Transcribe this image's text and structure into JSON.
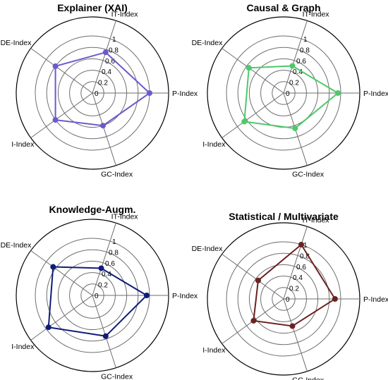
{
  "chart_data": [
    {
      "type": "radar",
      "title": "Explainer (XAI)",
      "axes": [
        "P-Index",
        "IT-Index",
        "DE-Index",
        "I-Index",
        "GC-Index"
      ],
      "ticks": [
        "0",
        "0.2",
        "0.4",
        "0.6",
        "0.8",
        "1"
      ],
      "rlim": [
        0,
        1
      ],
      "grid": true,
      "series": [
        {
          "values": [
            1.0,
            0.75,
            0.8,
            0.8,
            0.6
          ],
          "color": "#6a5acd"
        }
      ]
    },
    {
      "type": "radar",
      "title": "Causal & Graph",
      "axes": [
        "P-Index",
        "IT-Index",
        "DE-Index",
        "I-Index",
        "GC-Index"
      ],
      "ticks": [
        "0",
        "0.2",
        "0.4",
        "0.6",
        "0.8",
        "1"
      ],
      "rlim": [
        0,
        1
      ],
      "grid": true,
      "series": [
        {
          "values": [
            0.95,
            0.5,
            0.75,
            0.85,
            0.65
          ],
          "color": "#4cc96a"
        }
      ]
    },
    {
      "type": "radar",
      "title": "Knowledge-Augm.",
      "axes": [
        "P-Index",
        "IT-Index",
        "DE-Index",
        "I-Index",
        "GC-Index"
      ],
      "ticks": [
        "0",
        "0.2",
        "0.4",
        "0.6",
        "0.8",
        "1"
      ],
      "rlim": [
        0,
        1
      ],
      "grid": true,
      "series": [
        {
          "values": [
            0.95,
            0.5,
            0.85,
            0.95,
            0.75
          ],
          "color": "#101c78"
        }
      ]
    },
    {
      "type": "radar",
      "title": "Statistical / Multivariate",
      "axes": [
        "P-Index",
        "IT-Index",
        "DE-Index",
        "I-Index",
        "GC-Index"
      ],
      "ticks": [
        "0",
        "0.2",
        "0.4",
        "0.6",
        "0.8",
        "1"
      ],
      "rlim": [
        0,
        1
      ],
      "grid": true,
      "series": [
        {
          "values": [
            0.9,
            1.0,
            0.55,
            0.65,
            0.5
          ],
          "color": "#6b2222"
        }
      ]
    }
  ]
}
